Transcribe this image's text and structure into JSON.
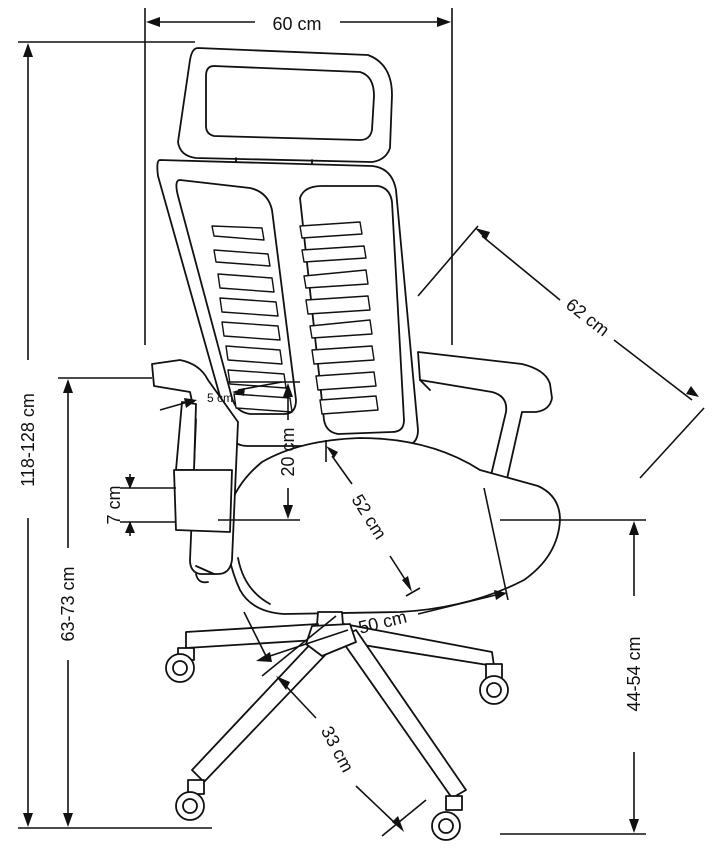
{
  "dimensions": {
    "width_top": "60 cm",
    "depth_diagonal": "62 cm",
    "total_height": "118-128 cm",
    "armrest_height": "63-73 cm",
    "seat_height": "44-54 cm",
    "seat_depth": "52 cm",
    "base_width": "50 cm",
    "base_leg": "33 cm",
    "backrest_gap": "20 cm",
    "armrest_pad_height": "7 cm",
    "armrest_pad_width": "5 cm"
  },
  "colors": {
    "line": "#111111",
    "background": "#ffffff"
  }
}
